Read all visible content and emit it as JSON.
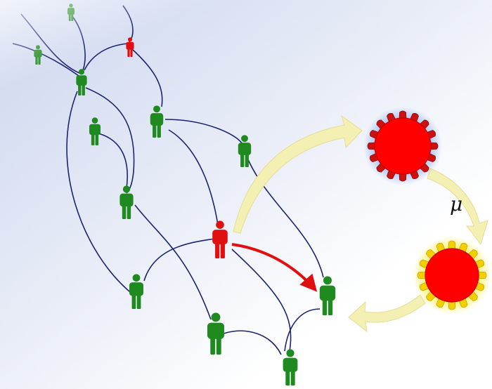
{
  "diagram": {
    "mutation_label": "μ",
    "colors": {
      "healthy": "#1f8a1f",
      "infected": "#e01010",
      "edge": "#1c2470",
      "transmission_arrow": "#e01010",
      "flow_arrow": "#f4efb2",
      "virus_core": "#ff0000",
      "virus_spike_wild": "#cc1111",
      "virus_spike_mutant": "#f2d000",
      "virus_halo_wild": "#a9bff0",
      "virus_halo_mutant": "#fff27a"
    },
    "icons": {
      "person": "person-icon",
      "virus": "virus-icon"
    },
    "people": [
      {
        "id": "p1",
        "status": "healthy"
      },
      {
        "id": "p2",
        "status": "healthy"
      },
      {
        "id": "p3",
        "status": "infected"
      },
      {
        "id": "p4",
        "status": "healthy"
      },
      {
        "id": "p5",
        "status": "healthy"
      },
      {
        "id": "p6",
        "status": "healthy"
      },
      {
        "id": "p7",
        "status": "healthy"
      },
      {
        "id": "p8",
        "status": "healthy"
      },
      {
        "id": "p9",
        "status": "infected"
      },
      {
        "id": "p10",
        "status": "healthy"
      },
      {
        "id": "p11",
        "status": "healthy"
      },
      {
        "id": "p12",
        "status": "healthy"
      },
      {
        "id": "p13",
        "status": "healthy"
      }
    ],
    "viruses": [
      {
        "id": "wild",
        "strain": "wild-type"
      },
      {
        "id": "mutant",
        "strain": "mutant"
      }
    ]
  }
}
